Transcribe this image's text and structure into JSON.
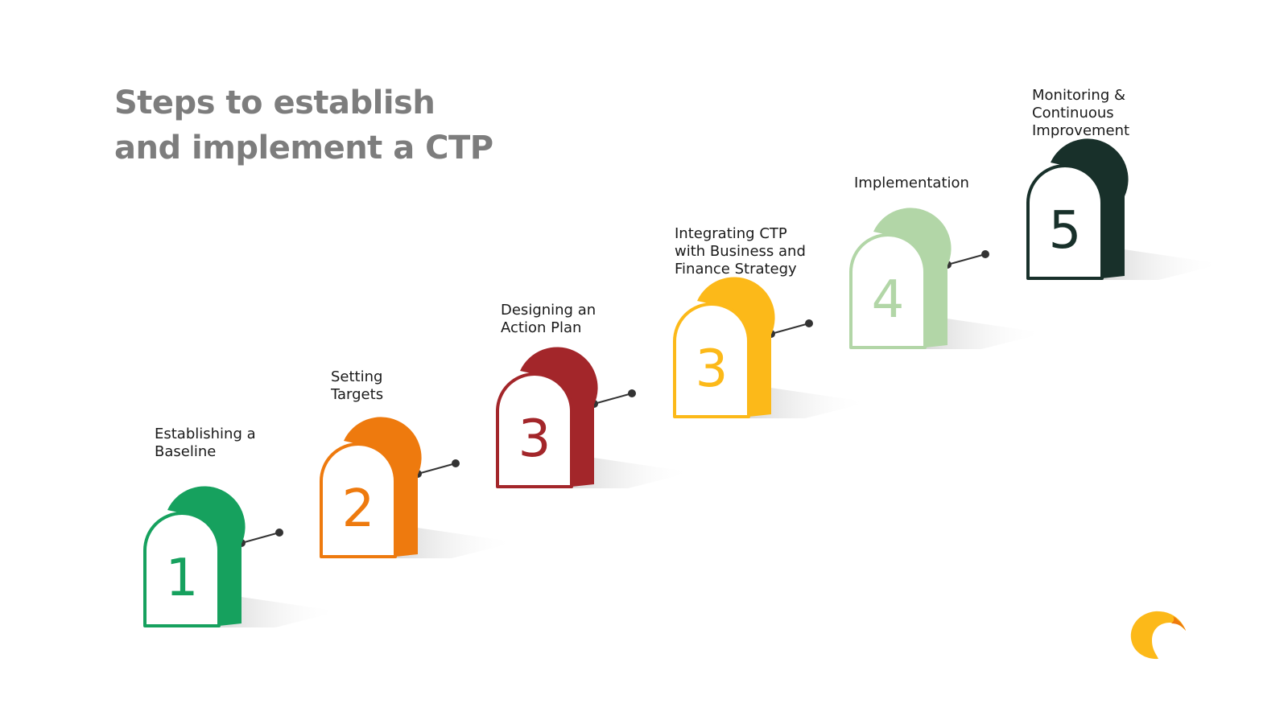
{
  "title": {
    "line1": "Steps to establish",
    "line2": "and implement a CTP"
  },
  "steps": [
    {
      "number": "1",
      "label_lines": [
        "Establishing a",
        "Baseline"
      ],
      "color": "#16a15e"
    },
    {
      "number": "2",
      "label_lines": [
        "Setting",
        "Targets"
      ],
      "color": "#ee7a0e"
    },
    {
      "number": "3",
      "label_lines": [
        "Designing an",
        "Action Plan"
      ],
      "color": "#a3262a"
    },
    {
      "number": "3",
      "label_lines": [
        "Integrating CTP",
        "with Business and",
        "Finance Strategy"
      ],
      "color": "#fcb919"
    },
    {
      "number": "4",
      "label_lines": [
        "Implementation"
      ],
      "color": "#b2d6a7"
    },
    {
      "number": "5",
      "label_lines": [
        "Monitoring &",
        "Continuous",
        "Improvement"
      ],
      "color": "#18302a"
    }
  ],
  "logo": {
    "icon": "crescent-logo-icon",
    "color_primary": "#fcb919",
    "color_secondary": "#ee7a0e"
  }
}
